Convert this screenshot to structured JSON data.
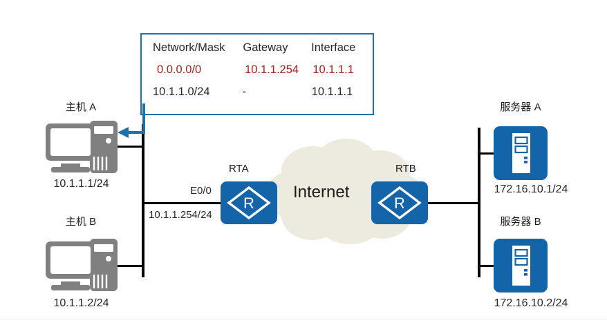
{
  "routing_table": {
    "headers": [
      "Network/Mask",
      "Gateway",
      "Interface"
    ],
    "rows": [
      {
        "network": "0.0.0.0/0",
        "gateway": "10.1.1.254",
        "interface": "10.1.1.1",
        "highlight": true
      },
      {
        "network": "10.1.1.0/24",
        "gateway": "-",
        "interface": "10.1.1.1",
        "highlight": false
      }
    ],
    "border_color": "#1F6FA8",
    "highlight_color": "#A32020"
  },
  "hosts": [
    {
      "name": "主机 A",
      "ip": "10.1.1.1/24"
    },
    {
      "name": "主机 B",
      "ip": "10.1.1.2/24"
    }
  ],
  "servers": [
    {
      "name": "服务器 A",
      "ip": "172.16.10.1/24"
    },
    {
      "name": "服务器 B",
      "ip": "172.16.10.2/24"
    }
  ],
  "routers": [
    {
      "name": "RTA",
      "interface": "E0/0",
      "ip": "10.1.1.254/24"
    },
    {
      "name": "RTB"
    }
  ],
  "cloud": {
    "label": "Internet",
    "color": "#EDEAE0"
  },
  "colors": {
    "router_blue": "#1464AA",
    "server_blue": "#1464AA",
    "pc_gray": "#808080",
    "link_black": "#000000",
    "arrow_blue": "#1F6FA8"
  }
}
